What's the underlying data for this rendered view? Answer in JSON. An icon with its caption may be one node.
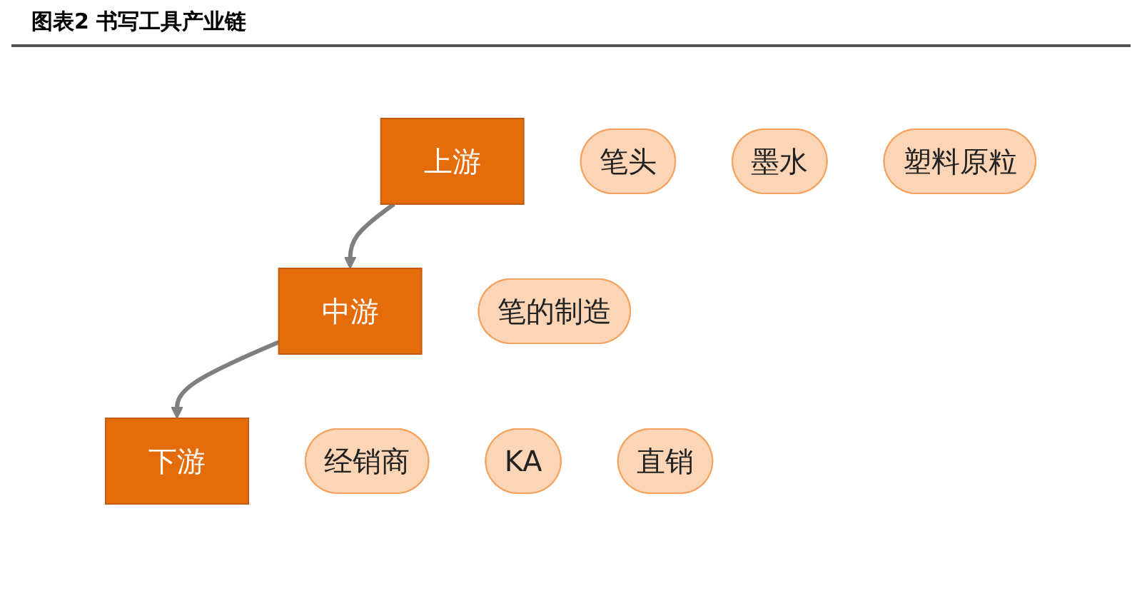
{
  "diagram": {
    "title": "图表2 书写工具产业链",
    "nodes": [
      {
        "text": [
          "上游"
        ]
      },
      {
        "text": [
          "笔头"
        ]
      },
      {
        "text": [
          "墨水"
        ]
      },
      {
        "text": [
          "塑料原粒"
        ]
      },
      {
        "text": [
          "中游"
        ]
      },
      {
        "text": [
          "笔的制造"
        ]
      },
      {
        "text": [
          "下游"
        ]
      },
      {
        "text": [
          "经销商"
        ]
      },
      {
        "text": [
          "KA"
        ]
      },
      {
        "text": [
          "直销"
        ]
      }
    ],
    "edges": [
      {
        "from": 0,
        "to": 4,
        "arrow": "to"
      },
      {
        "from": 4,
        "to": 6,
        "arrow": "to"
      }
    ]
  }
}
